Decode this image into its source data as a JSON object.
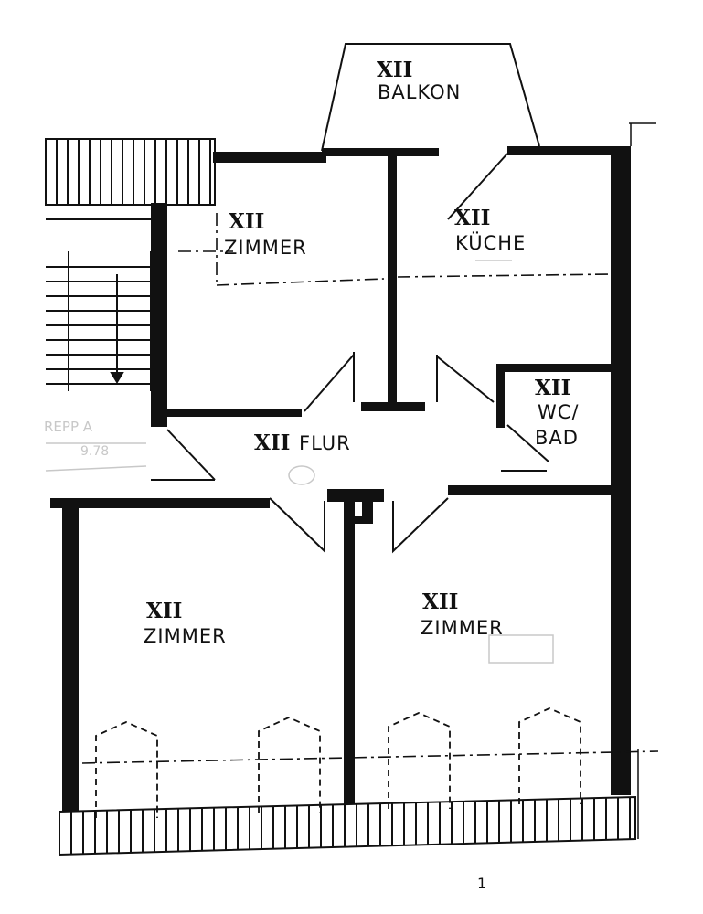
{
  "rooms": {
    "balkon": {
      "number": "XII",
      "name": "BALKON"
    },
    "zimmer_top": {
      "number": "XII",
      "name": "ZIMMER"
    },
    "kueche": {
      "number": "XII",
      "name": "KÜCHE"
    },
    "wc": {
      "number": "XII",
      "name_line1": "WC/",
      "name_line2": "BAD"
    },
    "flur": {
      "number": "XII",
      "name": "FLUR"
    },
    "zimmer_left": {
      "number": "XII",
      "name": "ZIMMER"
    },
    "zimmer_right": {
      "number": "XII",
      "name": "ZIMMER"
    }
  },
  "stair": {
    "label_line1": "REPP A",
    "label_line2": "9.78"
  },
  "page_mark": "1",
  "colors": {
    "ink": "#111111",
    "paper": "#ffffff",
    "faint": "#c8c8c8"
  }
}
